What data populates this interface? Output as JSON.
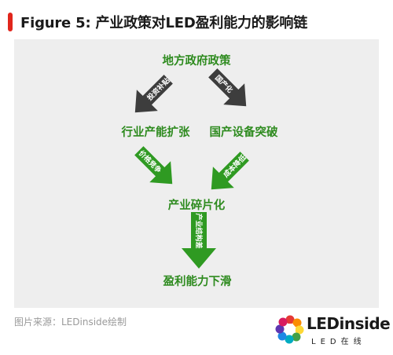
{
  "header": {
    "title": "Figure 5: 产业政策对LED盈利能力的影响链"
  },
  "nodes": {
    "local_policy": "地方政府政策",
    "industry_expansion": "行业产能扩张",
    "domestic_equipment": "国产设备突破",
    "fragmentation": "产业碎片化",
    "profit_decline": "盈利能力下滑"
  },
  "arrows": {
    "a1": "投资补贴",
    "a2": "国产化",
    "a3": "价格竞争",
    "a4": "成本降低",
    "a5": "产业结构差"
  },
  "colors": {
    "accent_red": "#e1261c",
    "node_green": "#2e8b1f",
    "arrow_dark": "#3d3d3d",
    "arrow_green": "#2f9a22"
  },
  "footer": {
    "caption": "图片来源：LEDinside绘制",
    "logo_text": "LEDinside",
    "logo_sub": "LED在线"
  }
}
